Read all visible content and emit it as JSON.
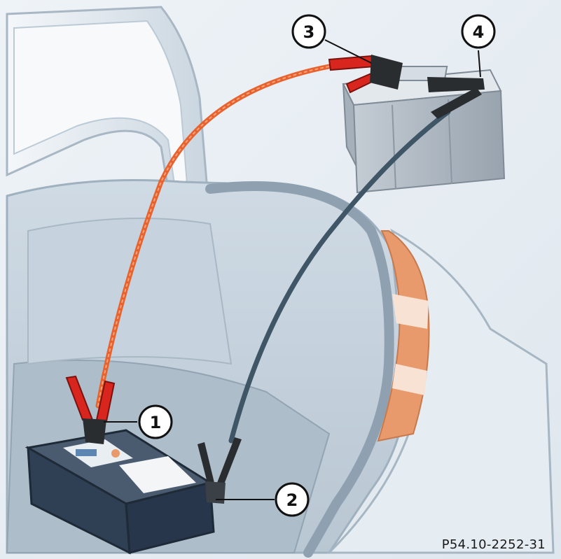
{
  "figure": {
    "reference_code": "P54.10-2252-31"
  },
  "callouts": [
    {
      "id": "1",
      "label": "1",
      "points_to": "positive terminal of discharged battery (red clamp)"
    },
    {
      "id": "2",
      "label": "2",
      "points_to": "ground point of vehicle (black clamp)"
    },
    {
      "id": "3",
      "label": "3",
      "points_to": "positive terminal of donor battery (red clamp)"
    },
    {
      "id": "4",
      "label": "4",
      "points_to": "negative terminal of donor battery (black clamp)"
    }
  ],
  "colors": {
    "positive_cable": "#e8622e",
    "negative_cable": "#3f5666",
    "clamp_red": "#d8261f",
    "clamp_black": "#2a2d30",
    "battery_dark": "#2f3f54",
    "body_light": "#dde6ee",
    "taillight": "#e89a6c"
  }
}
